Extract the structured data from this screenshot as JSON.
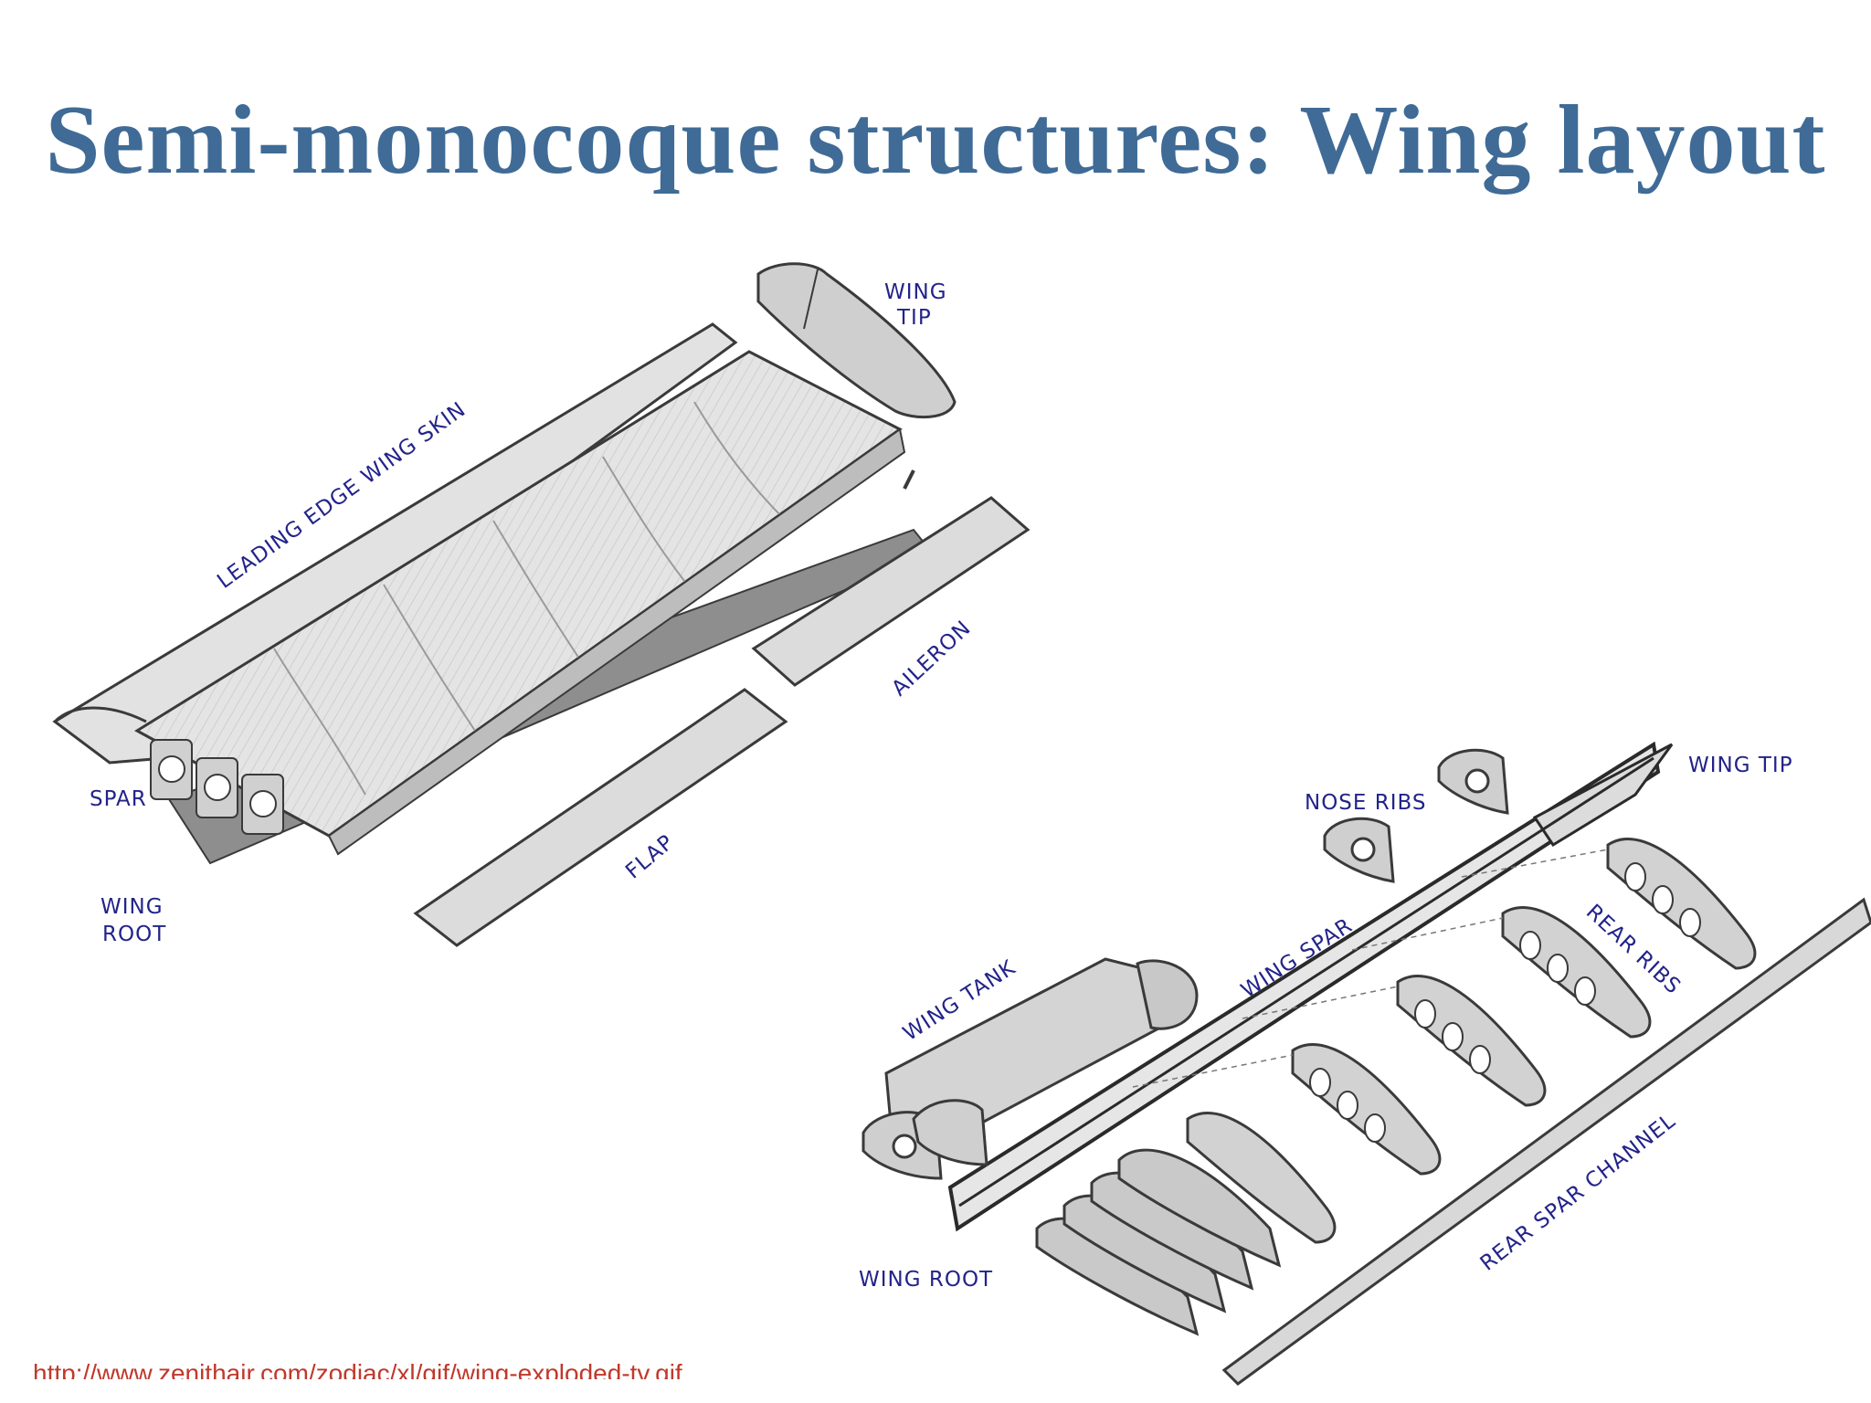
{
  "title": "Semi-monocoque structures: Wing layout",
  "colors": {
    "title": "#3f6b96",
    "label": "#23238a",
    "link": "#c0392b",
    "part_fill": "#d6d6d6",
    "part_dark": "#8e8e8e",
    "outline": "#3a3a3a"
  },
  "diagram_left": {
    "labels": {
      "wing_tip": [
        "WING",
        "TIP"
      ],
      "leading_edge": "LEADING EDGE WING SKIN",
      "aileron": "AILERON",
      "spar": "SPAR",
      "flap": "FLAP",
      "wing_root": [
        "WING",
        "ROOT"
      ]
    }
  },
  "diagram_right": {
    "labels": {
      "wing_tip": "WING TIP",
      "nose_ribs": "NOSE RIBS",
      "wing_spar": "WING SPAR",
      "rear_ribs": "REAR RIBS",
      "wing_tank": "WING TANK",
      "rear_spar_channel": "REAR SPAR CHANNEL",
      "wing_root": "WING ROOT"
    }
  },
  "source_url": "http://www.zenithair.com/zodiac/xl/gif/wing-exploded-tv.gif"
}
